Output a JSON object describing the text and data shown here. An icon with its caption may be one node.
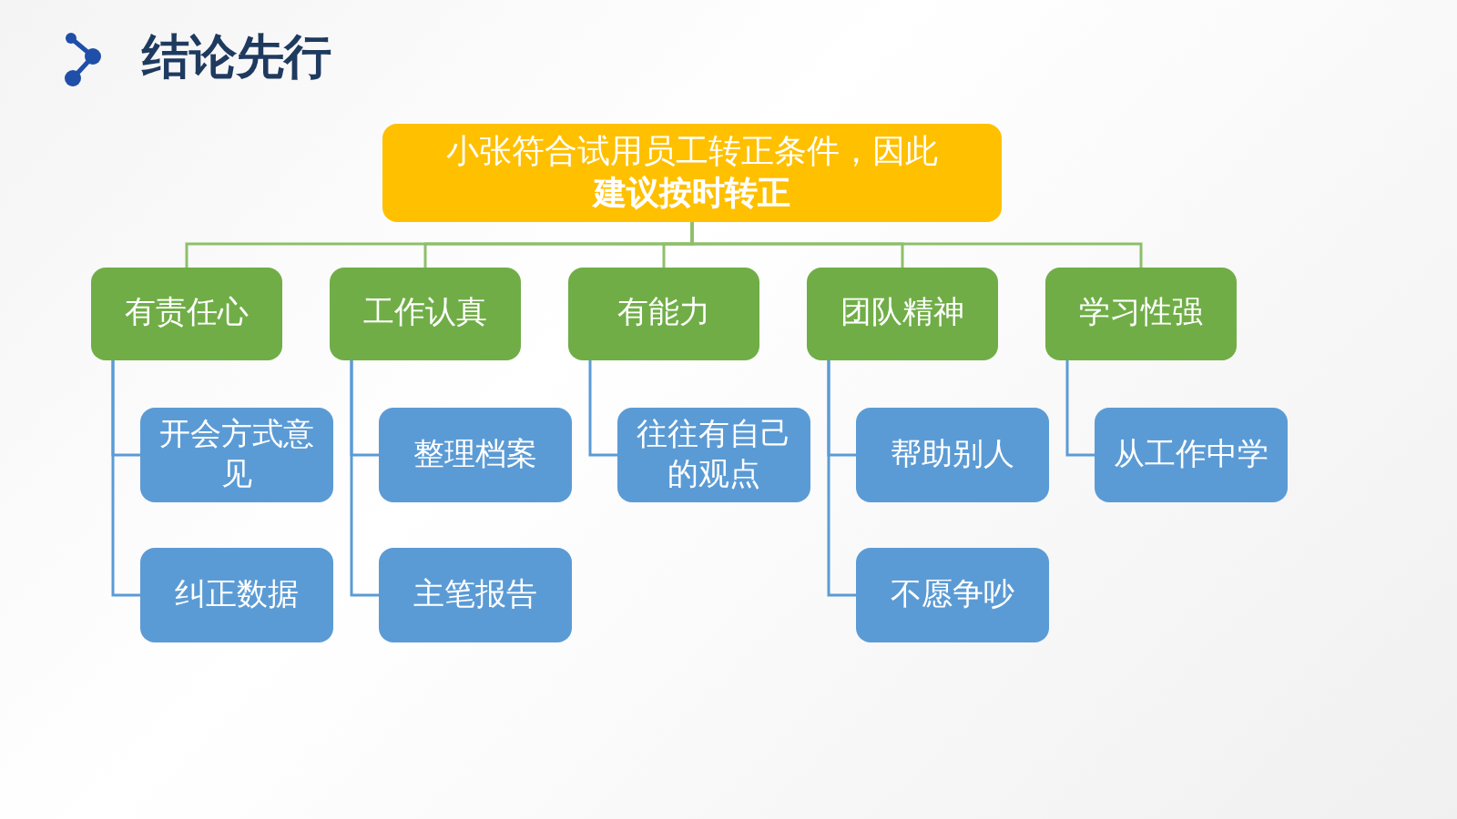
{
  "diagram": {
    "title": "结论先行",
    "nodes": [
      {
        "text": [
          "小张符合试用员工转正条件，因此**建议按时转正**"
        ]
      },
      {
        "text": [
          "有责任心"
        ]
      },
      {
        "text": [
          "工作认真"
        ]
      },
      {
        "text": [
          "有能力"
        ]
      },
      {
        "text": [
          "团队精神"
        ]
      },
      {
        "text": [
          "学习性强"
        ]
      },
      {
        "text": [
          "开会方式意见"
        ]
      },
      {
        "text": [
          "整理档案"
        ]
      },
      {
        "text": [
          "往往有自己的观点"
        ]
      },
      {
        "text": [
          "帮助别人"
        ]
      },
      {
        "text": [
          "从工作中学"
        ]
      },
      {
        "text": [
          "纠正数据"
        ]
      },
      {
        "text": [
          "主笔报告"
        ]
      },
      {
        "text": [
          "不愿争吵"
        ]
      }
    ],
    "edges": [
      {
        "from": 0,
        "to": 1,
        "arrow": "none",
        "color": "#8dbf6a"
      },
      {
        "from": 0,
        "to": 2,
        "arrow": "none",
        "color": "#8dbf6a"
      },
      {
        "from": 0,
        "to": 3,
        "arrow": "none",
        "color": "#8dbf6a"
      },
      {
        "from": 0,
        "to": 4,
        "arrow": "none",
        "color": "#8dbf6a"
      },
      {
        "from": 0,
        "to": 5,
        "arrow": "none",
        "color": "#8dbf6a"
      },
      {
        "from": 1,
        "to": 6,
        "arrow": "none"
      },
      {
        "from": 1,
        "to": 11,
        "arrow": "none"
      },
      {
        "from": 2,
        "to": 7,
        "arrow": "none"
      },
      {
        "from": 2,
        "to": 12,
        "arrow": "none"
      },
      {
        "from": 3,
        "to": 8,
        "arrow": "none"
      },
      {
        "from": 4,
        "to": 9,
        "arrow": "none"
      },
      {
        "from": 4,
        "to": 13,
        "arrow": "none"
      },
      {
        "from": 5,
        "to": 10,
        "arrow": "none"
      }
    ]
  }
}
